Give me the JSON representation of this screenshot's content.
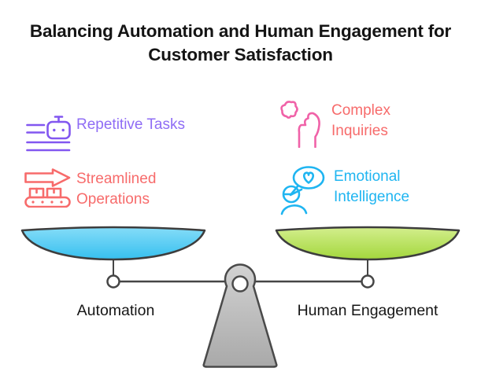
{
  "title": {
    "line1": "Balancing Automation and Human Engagement for",
    "line2": "Customer Satisfaction"
  },
  "features": [
    {
      "id": "repetitive-tasks",
      "label_lines": [
        "Repetitive Tasks"
      ],
      "text_color": "#8f6df5",
      "icon": "robot-checklist-icon",
      "icon_color": "#8257f0"
    },
    {
      "id": "streamlined-operations",
      "label_lines": [
        "Streamlined",
        "Operations"
      ],
      "text_color": "#f76b6b",
      "icon": "arrow-conveyor-icon",
      "icon_color": "#f76b6b"
    },
    {
      "id": "complex-inquiries",
      "label_lines": [
        "Complex",
        "Inquiries"
      ],
      "text_color": "#f76b6b",
      "icon": "head-puzzle-brain-icon",
      "icon_color": "#f062a8"
    },
    {
      "id": "emotional-intelligence",
      "label_lines": [
        "Emotional",
        "Intelligence"
      ],
      "text_color": "#1fb5f1",
      "icon": "person-heart-speech-icon",
      "icon_color": "#1fb5f1"
    }
  ],
  "scale": {
    "left_label": "Automation",
    "right_label": "Human Engagement",
    "left_pan_color_top": "#85dcf8",
    "left_pan_color_bottom": "#36c0ef",
    "right_pan_color_top": "#d3ee8d",
    "right_pan_color_bottom": "#a3d73c",
    "fulcrum_color_top": "#d2d2d2",
    "fulcrum_color_bottom": "#a9a9a9",
    "outline_color": "#3d3d3d"
  }
}
